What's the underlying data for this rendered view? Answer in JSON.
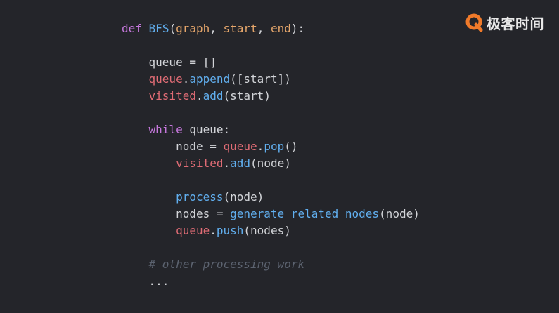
{
  "brand": {
    "logo_text": "极客时间",
    "colors": {
      "logo_orange": "#f07a2a",
      "logo_text": "#e8e8e8"
    }
  },
  "editor": {
    "background": "#24252a",
    "colors": {
      "keyword": "#c678dd",
      "function": "#61afef",
      "parameter": "#e5a66b",
      "object": "#e06c75",
      "plain": "#d2d4d8",
      "comment": "#5c6370"
    },
    "lines": [
      [
        {
          "t": "def",
          "c": "kw"
        },
        {
          "t": " ",
          "c": "plain"
        },
        {
          "t": "BFS",
          "c": "fn"
        },
        {
          "t": "(",
          "c": "plain"
        },
        {
          "t": "graph",
          "c": "param"
        },
        {
          "t": ", ",
          "c": "plain"
        },
        {
          "t": "start",
          "c": "param"
        },
        {
          "t": ", ",
          "c": "plain"
        },
        {
          "t": "end",
          "c": "param"
        },
        {
          "t": "):",
          "c": "plain"
        }
      ],
      [],
      [
        {
          "t": "    queue = []",
          "c": "plain"
        }
      ],
      [
        {
          "t": "    ",
          "c": "plain"
        },
        {
          "t": "queue",
          "c": "obj"
        },
        {
          "t": ".",
          "c": "plain"
        },
        {
          "t": "append",
          "c": "fn"
        },
        {
          "t": "([start])",
          "c": "plain"
        }
      ],
      [
        {
          "t": "    ",
          "c": "plain"
        },
        {
          "t": "visited",
          "c": "obj"
        },
        {
          "t": ".",
          "c": "plain"
        },
        {
          "t": "add",
          "c": "fn"
        },
        {
          "t": "(start)",
          "c": "plain"
        }
      ],
      [],
      [
        {
          "t": "    ",
          "c": "plain"
        },
        {
          "t": "while",
          "c": "kw"
        },
        {
          "t": " queue:",
          "c": "plain"
        }
      ],
      [
        {
          "t": "        node = ",
          "c": "plain"
        },
        {
          "t": "queue",
          "c": "obj"
        },
        {
          "t": ".",
          "c": "plain"
        },
        {
          "t": "pop",
          "c": "fn"
        },
        {
          "t": "()",
          "c": "plain"
        }
      ],
      [
        {
          "t": "        ",
          "c": "plain"
        },
        {
          "t": "visited",
          "c": "obj"
        },
        {
          "t": ".",
          "c": "plain"
        },
        {
          "t": "add",
          "c": "fn"
        },
        {
          "t": "(node)",
          "c": "plain"
        }
      ],
      [],
      [
        {
          "t": "        ",
          "c": "plain"
        },
        {
          "t": "process",
          "c": "fn"
        },
        {
          "t": "(node)",
          "c": "plain"
        }
      ],
      [
        {
          "t": "        nodes = ",
          "c": "plain"
        },
        {
          "t": "generate_related_nodes",
          "c": "fn"
        },
        {
          "t": "(node)",
          "c": "plain"
        }
      ],
      [
        {
          "t": "        ",
          "c": "plain"
        },
        {
          "t": "queue",
          "c": "obj"
        },
        {
          "t": ".",
          "c": "plain"
        },
        {
          "t": "push",
          "c": "fn"
        },
        {
          "t": "(nodes)",
          "c": "plain"
        }
      ],
      [],
      [
        {
          "t": "    ",
          "c": "plain"
        },
        {
          "t": "# other processing work",
          "c": "comment"
        }
      ],
      [
        {
          "t": "    ...",
          "c": "plain"
        }
      ]
    ]
  }
}
